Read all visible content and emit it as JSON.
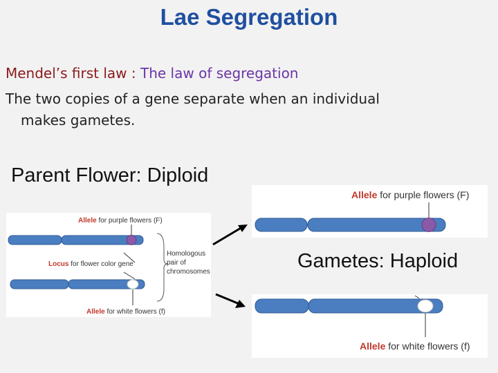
{
  "title": "Lae Segregation",
  "law_line": {
    "prefix": "Mendel’s first law : ",
    "name": "The law of segregation"
  },
  "description": [
    "The two copies of a gene separate when an individual",
    "makes gametes."
  ],
  "parent_label": "Parent Flower: Diploid",
  "gametes_label": "Gametes: Haploid",
  "left_diagram": {
    "purple_allele": {
      "term": "Allele",
      "rest": " for purple flowers (F)"
    },
    "locus": {
      "term": "Locus",
      "rest": " for flower color gene"
    },
    "homologous": [
      "Homologous",
      "pair of",
      "chromosomes"
    ],
    "white_allele": {
      "term": "Allele",
      "rest": " for white flowers (f)"
    }
  },
  "top_gamete": {
    "term": "Allele",
    "rest": " for purple flowers (F)"
  },
  "bottom_gamete": {
    "term": "Allele",
    "rest": " for white flowers (f)"
  },
  "colors": {
    "title": "#1f4fa0",
    "chromosome": "#4a7ec0",
    "chromosome_outline": "#2d5a94",
    "purple_allele": "#8a5aa8",
    "white_allele": "#ffffff",
    "label_red": "#c0392b"
  }
}
